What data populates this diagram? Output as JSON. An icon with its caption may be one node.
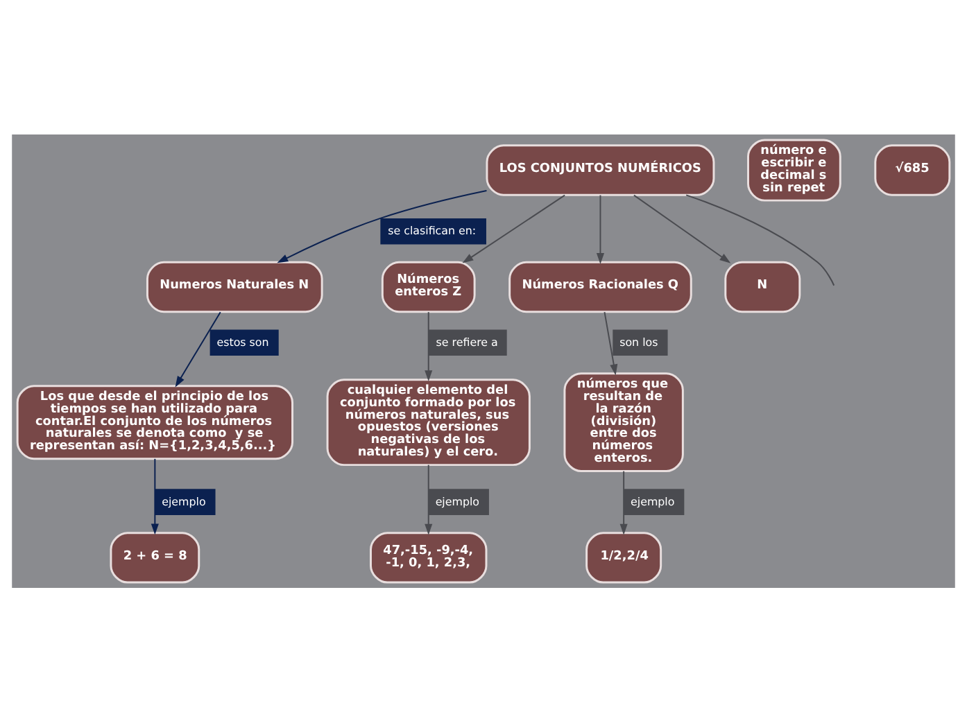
{
  "diagram": {
    "nodes": [
      {
        "text": [
          "LOS CONJUNTOS NUMÉRICOS"
        ]
      },
      {
        "text": [
          "Numeros Naturales N"
        ]
      },
      {
        "text": [
          "Los que desde el principio de los tiempos se han utilizado para contar.El conjunto de los números naturales se denota como  y se representan así: N={1,2,3,4,5,6...}"
        ]
      },
      {
        "text": [
          "2 + 6 = 8"
        ]
      },
      {
        "text": [
          "Números enteros Z"
        ]
      },
      {
        "text": [
          "cualquier elemento del conjunto formado por los números naturales, sus opuestos (versiones negativas de los naturales) y el cero."
        ]
      },
      {
        "text": [
          "47,-15, -9,-4, -1, 0, 1, 2,3,"
        ]
      },
      {
        "text": [
          "Números Racionales Q"
        ]
      },
      {
        "text": [
          "números que resultan de la razón (división) entre dos números enteros."
        ]
      },
      {
        "text": [
          "1/2,2/4"
        ]
      },
      {
        "text": [
          "N"
        ]
      },
      {
        "text": [
          "número e escribir e decimal s sin repet"
        ]
      },
      {
        "text": [
          "√685"
        ]
      }
    ],
    "edges": [
      {
        "from": 0,
        "to": 1,
        "arrow": "to",
        "label": "se clasifican en:",
        "color": "#0b2150"
      },
      {
        "from": 0,
        "to": 4,
        "arrow": "to"
      },
      {
        "from": 0,
        "to": 7,
        "arrow": "to"
      },
      {
        "from": 0,
        "to": 10,
        "arrow": "to"
      },
      {
        "from": 0,
        "to": null,
        "arrow": "none"
      },
      {
        "from": 1,
        "to": 2,
        "arrow": "to",
        "label": "estos son",
        "color": "#0b2150"
      },
      {
        "from": 2,
        "to": 3,
        "arrow": "to",
        "label": "ejemplo",
        "color": "#0b2150"
      },
      {
        "from": 4,
        "to": 5,
        "arrow": "to",
        "label": "se refiere a"
      },
      {
        "from": 5,
        "to": 6,
        "arrow": "to",
        "label": "ejemplo"
      },
      {
        "from": 7,
        "to": 8,
        "arrow": "to",
        "label": "son los"
      },
      {
        "from": 8,
        "to": 9,
        "arrow": "to",
        "label": "ejemplo"
      }
    ]
  }
}
